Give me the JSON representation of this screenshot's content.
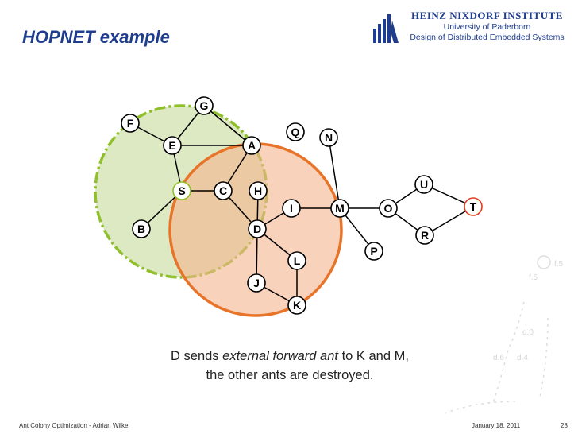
{
  "header": {
    "title": "HOPNET example",
    "institute": "HEINZ NIXDORF INSTITUTE",
    "university": "University of Paderborn",
    "department": "Design of Distributed Embedded Systems"
  },
  "colors": {
    "title": "#1f3d8f",
    "green_zone_fill": "#dde9c2",
    "green_zone_stroke": "#8fbf2a",
    "orange_zone_fill": "#f8cdb2",
    "orange_zone_stroke": "#e8742a",
    "node_border": "#000000",
    "node_t_border": "#e23a1a",
    "node_s_border": "#8fbf2a"
  },
  "graph": {
    "nodes": [
      "G",
      "F",
      "E",
      "A",
      "Q",
      "N",
      "S",
      "C",
      "H",
      "U",
      "I",
      "M",
      "O",
      "T",
      "B",
      "D",
      "R",
      "P",
      "L",
      "J",
      "K"
    ],
    "edges": [
      [
        "F",
        "E"
      ],
      [
        "G",
        "E"
      ],
      [
        "G",
        "A"
      ],
      [
        "E",
        "A"
      ],
      [
        "E",
        "S"
      ],
      [
        "S",
        "C"
      ],
      [
        "C",
        "A"
      ],
      [
        "C",
        "D"
      ],
      [
        "H",
        "D"
      ],
      [
        "S",
        "B"
      ],
      [
        "D",
        "I"
      ],
      [
        "D",
        "J"
      ],
      [
        "D",
        "L"
      ],
      [
        "L",
        "K"
      ],
      [
        "J",
        "K"
      ],
      [
        "I",
        "M"
      ],
      [
        "M",
        "N"
      ],
      [
        "M",
        "O"
      ],
      [
        "M",
        "P"
      ],
      [
        "O",
        "U"
      ],
      [
        "O",
        "R"
      ],
      [
        "U",
        "T"
      ],
      [
        "R",
        "T"
      ]
    ]
  },
  "caption": {
    "pre": "D sends ",
    "emph": "external forward ant",
    "post": " to K and M,",
    "line2": "the other ants are destroyed."
  },
  "decor_labels": [
    "f.5",
    "f.5",
    "d.0",
    "d.6",
    "d.4"
  ],
  "footer": {
    "left": "Ant Colony Optimization - Adrian Wilke",
    "date": "January 18, 2011",
    "page": "28"
  }
}
